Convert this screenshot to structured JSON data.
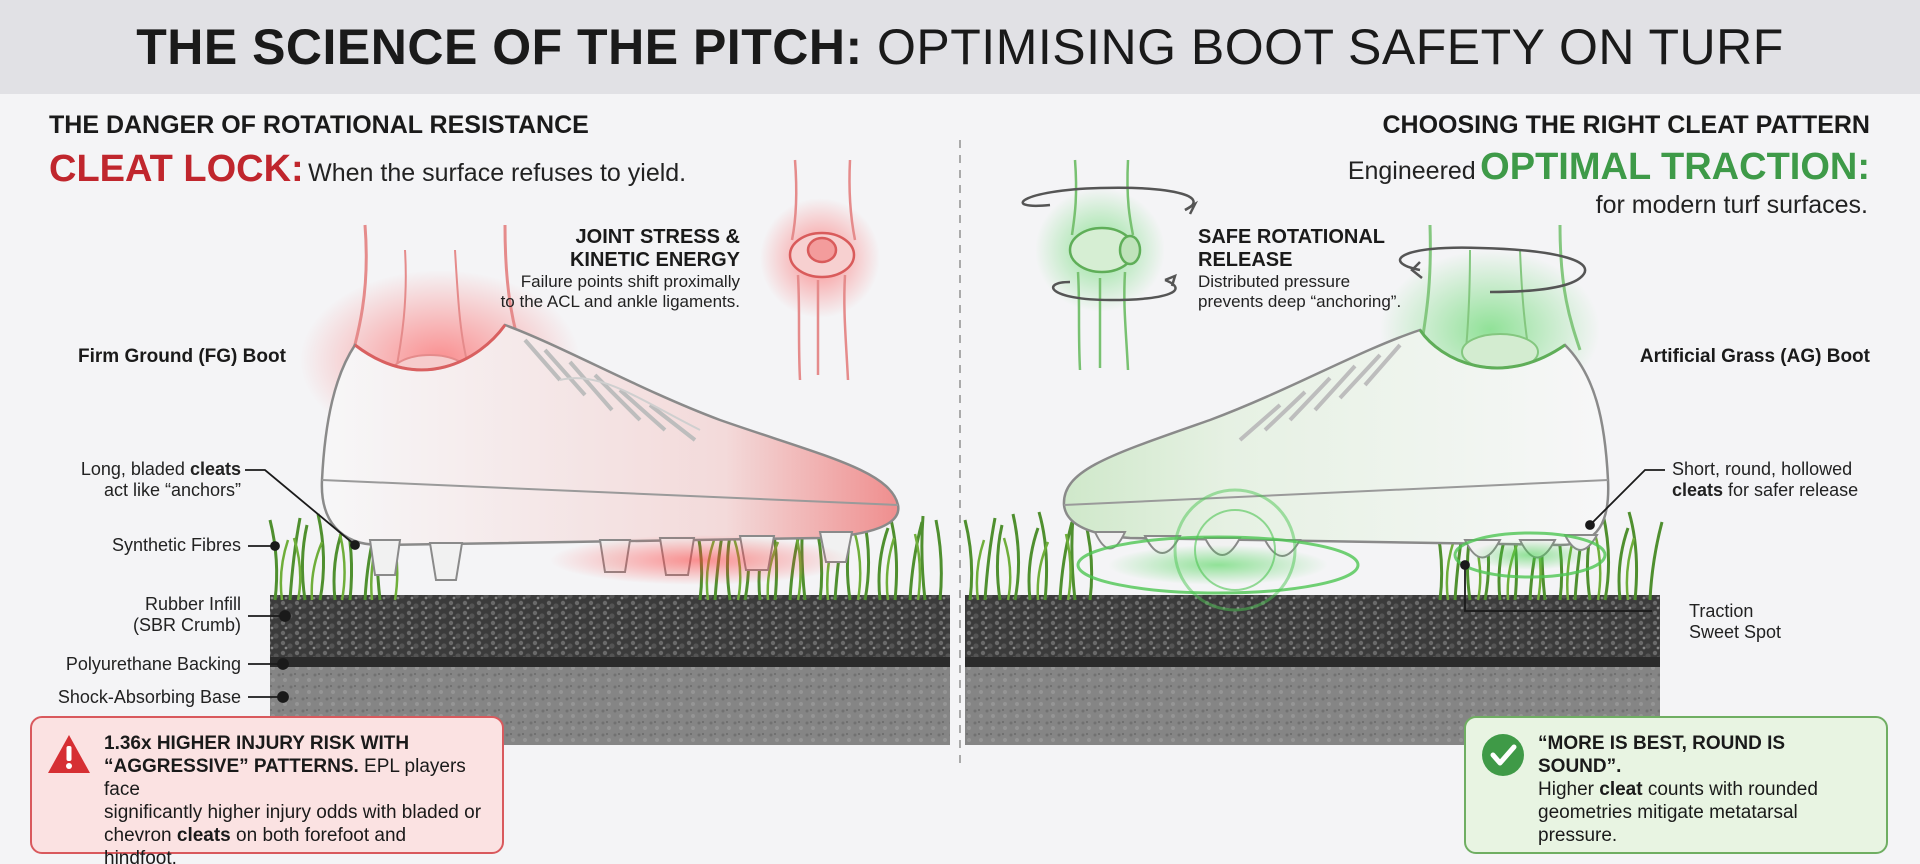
{
  "title": {
    "bold": "THE SCIENCE OF THE PITCH:",
    "rest": "OPTIMISING BOOT SAFETY ON TURF"
  },
  "left": {
    "heading": "THE DANGER OF ROTATIONAL RESISTANCE",
    "highlight": "CLEAT LOCK:",
    "subtitle": "When the surface refuses to yield.",
    "callout_title_1": "JOINT STRESS &",
    "callout_title_2": "KINETIC ENERGY",
    "callout_text_1": "Failure points shift proximally",
    "callout_text_2": "to the ACL and ankle ligaments.",
    "boot_label": "Firm Ground (FG) Boot",
    "labels": {
      "cleats_1_a": "Long, bladed ",
      "cleats_1_b": "cleats",
      "cleats_2": "act like “anchors”",
      "fibres": "Synthetic Fibres",
      "infill_1": "Rubber Infill",
      "infill_2": "(SBR Crumb)",
      "backing": "Polyurethane Backing",
      "base": "Shock-Absorbing Base"
    },
    "box": {
      "bold_1": "1.36x HIGHER INJURY RISK WITH",
      "bold_2": "“AGGRESSIVE” PATTERNS.",
      "text_1": " EPL players face",
      "text_2": "significantly higher injury odds with bladed or",
      "text_3": "chevron ",
      "text_3_bold": "cleats",
      "text_4": " on both forefoot and hindfoot."
    }
  },
  "right": {
    "heading": "CHOOSING THE RIGHT CLEAT PATTERN",
    "prefix": "Engineered",
    "highlight": "OPTIMAL TRACTION:",
    "subtitle": "for modern turf surfaces.",
    "callout_title_1": "SAFE ROTATIONAL",
    "callout_title_2": "RELEASE",
    "callout_text_1": "Distributed pressure",
    "callout_text_2": "prevents deep “anchoring”.",
    "boot_label": "Artificial Grass (AG) Boot",
    "labels": {
      "cleats_1": "Short, round, hollowed",
      "cleats_2_bold": "cleats",
      "cleats_2": " for safer release",
      "sweet_1": "Traction",
      "sweet_2": "Sweet Spot"
    },
    "box": {
      "bold_1": "“MORE IS BEST, ROUND IS SOUND”.",
      "text_1": "Higher ",
      "text_1_bold": "cleat",
      "text_1_b": " counts with rounded",
      "text_2": "geometries mitigate metatarsal",
      "text_3": "pressure."
    }
  },
  "colors": {
    "danger": "#c0262d",
    "safe": "#3e9a48",
    "turf": "#4f8f2f",
    "infill": "#3a3a3a",
    "base": "#7b7b7b"
  },
  "icons": [
    "warning-icon",
    "check-icon",
    "rotation-arrow-icon"
  ]
}
